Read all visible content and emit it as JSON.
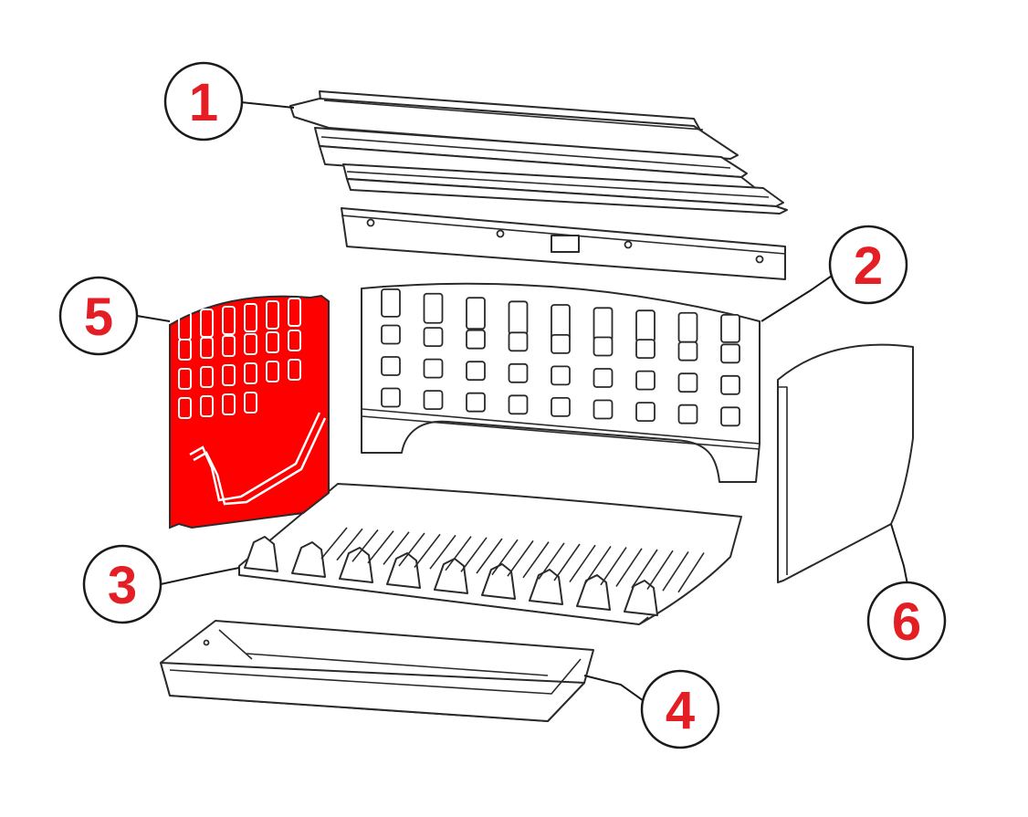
{
  "colors": {
    "callout_text": "#e31e24",
    "highlight_fill": "#ff0000",
    "line": "#2a2a2a"
  },
  "callouts": [
    {
      "id": "1",
      "label": "1"
    },
    {
      "id": "2",
      "label": "2"
    },
    {
      "id": "3",
      "label": "3"
    },
    {
      "id": "4",
      "label": "4"
    },
    {
      "id": "5",
      "label": "5"
    },
    {
      "id": "6",
      "label": "6"
    }
  ],
  "highlighted_part": "5"
}
